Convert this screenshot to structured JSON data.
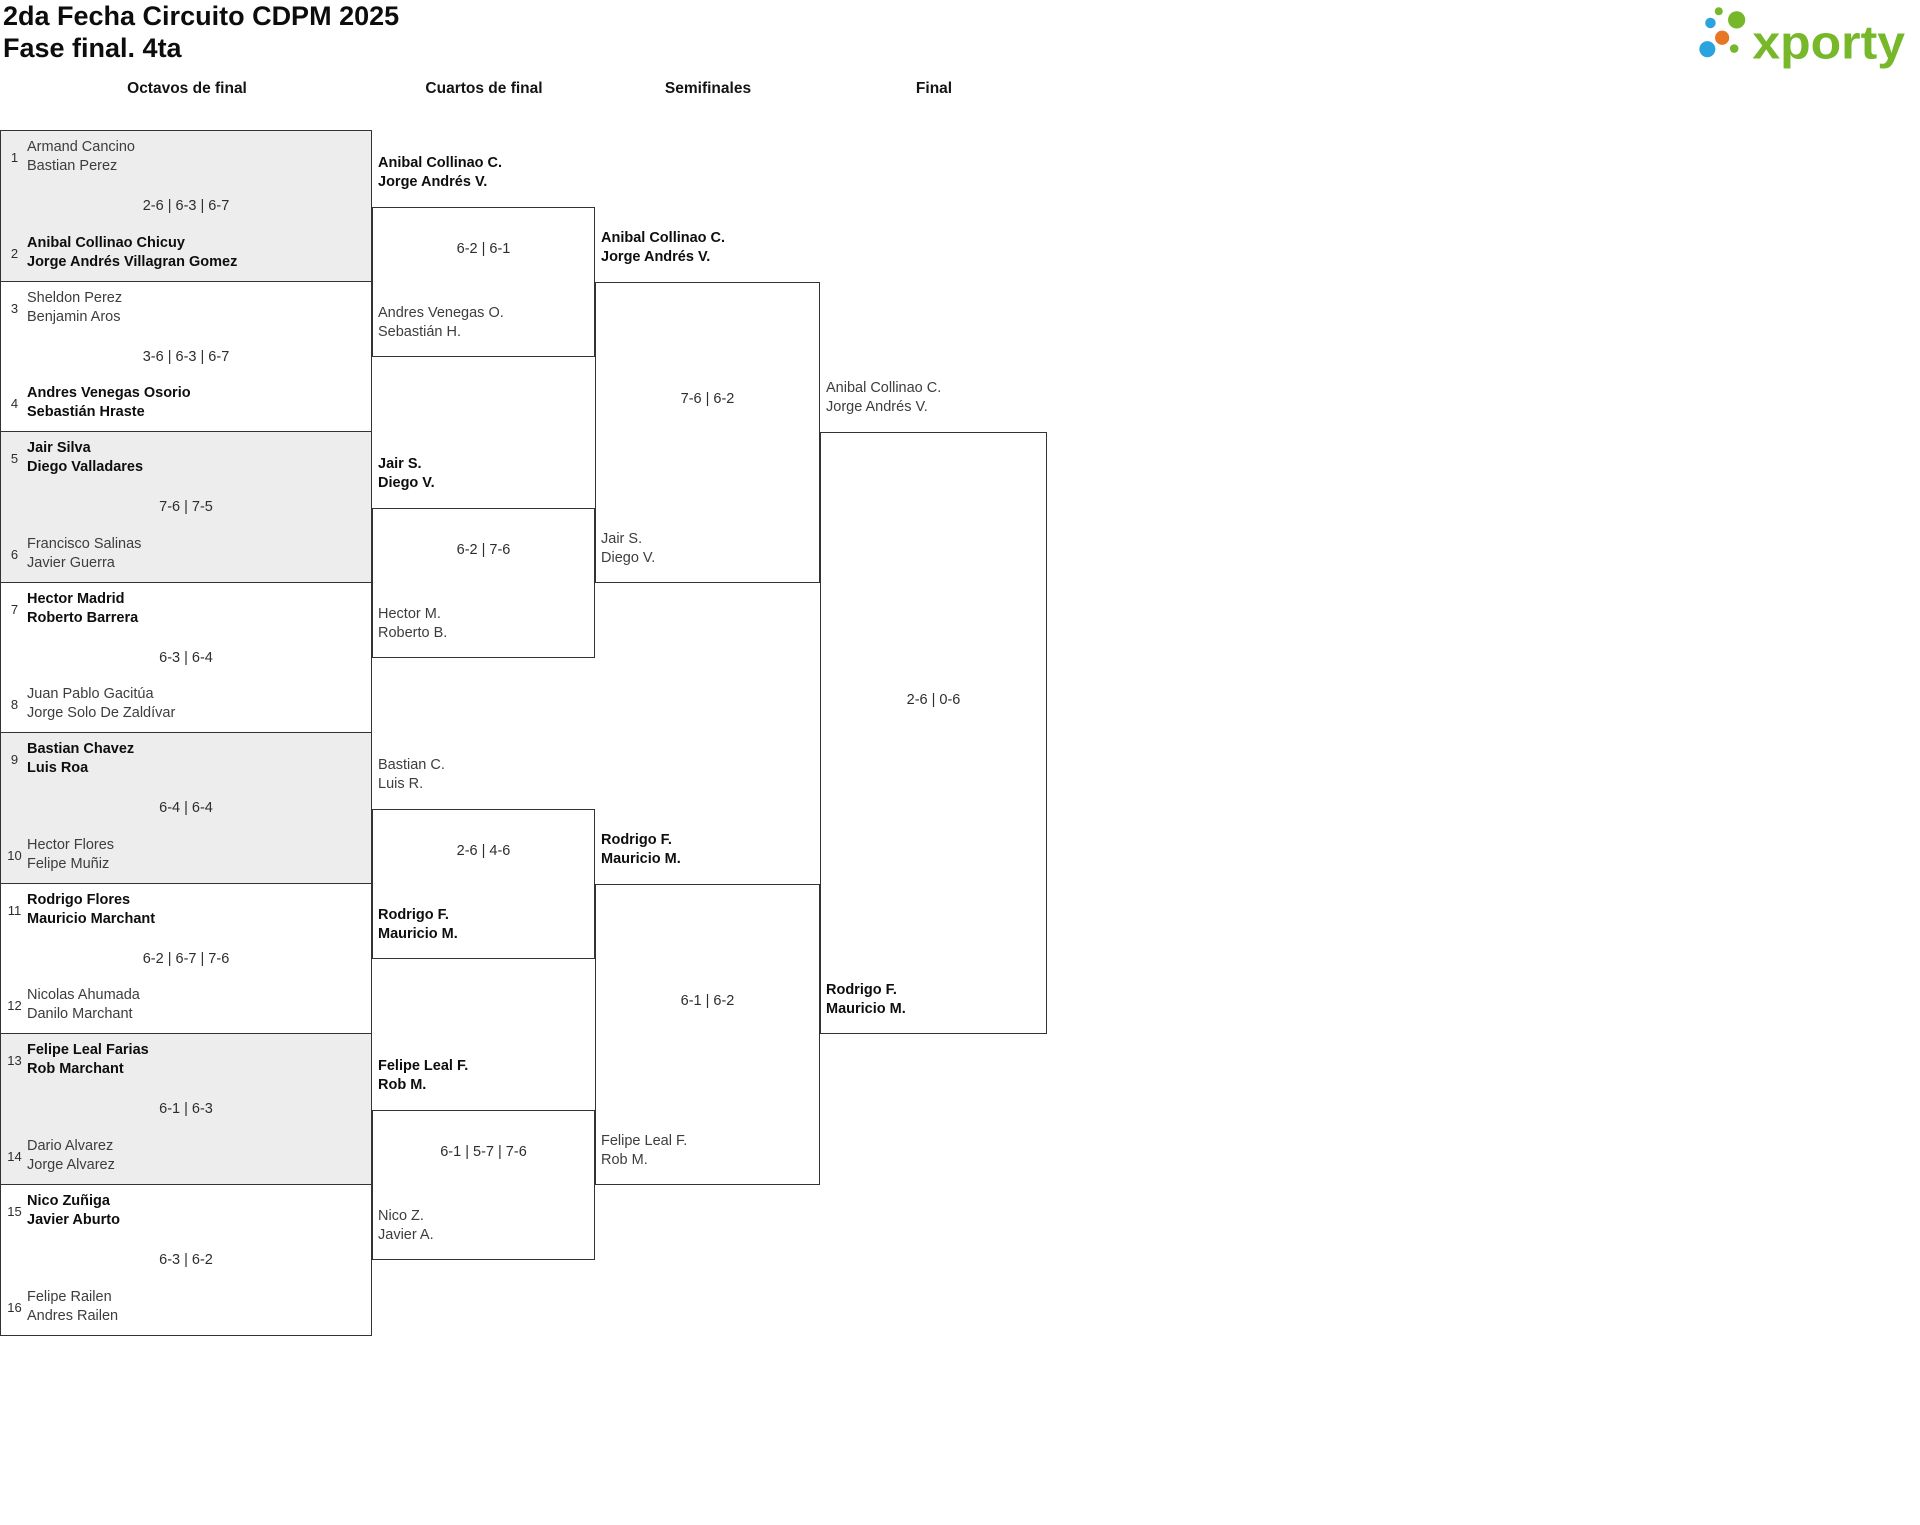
{
  "title": {
    "line1": "2da Fecha Circuito CDPM 2025",
    "line2": "Fase final. 4ta"
  },
  "logo": {
    "text": "xporty",
    "colors": {
      "green": "#76b82a",
      "blue": "#2ba3df",
      "orange": "#e87723"
    }
  },
  "columns": [
    "Octavos de final",
    "Cuartos de final",
    "Semifinales",
    "Final"
  ],
  "bracket": {
    "r16": [
      {
        "score": "2-6 | 6-3 | 6-7",
        "shaded": true,
        "teamA": {
          "seed": "1",
          "players": [
            "Armand Cancino",
            "Bastian Perez"
          ],
          "winner": false
        },
        "teamB": {
          "seed": "2",
          "players": [
            "Anibal Collinao Chicuy",
            "Jorge Andrés Villagran Gomez"
          ],
          "winner": true
        }
      },
      {
        "score": "3-6 | 6-3 | 6-7",
        "shaded": false,
        "teamA": {
          "seed": "3",
          "players": [
            "Sheldon Perez",
            "Benjamin Aros"
          ],
          "winner": false
        },
        "teamB": {
          "seed": "4",
          "players": [
            "Andres Venegas Osorio",
            "Sebastián Hraste"
          ],
          "winner": true
        }
      },
      {
        "score": "7-6 | 7-5",
        "shaded": true,
        "teamA": {
          "seed": "5",
          "players": [
            "Jair Silva",
            "Diego Valladares"
          ],
          "winner": true
        },
        "teamB": {
          "seed": "6",
          "players": [
            "Francisco Salinas",
            "Javier Guerra"
          ],
          "winner": false
        }
      },
      {
        "score": "6-3 | 6-4",
        "shaded": false,
        "teamA": {
          "seed": "7",
          "players": [
            "Hector Madrid",
            "Roberto Barrera"
          ],
          "winner": true
        },
        "teamB": {
          "seed": "8",
          "players": [
            "Juan Pablo Gacitúa",
            "Jorge Solo De Zaldívar"
          ],
          "winner": false
        }
      },
      {
        "score": "6-4 | 6-4",
        "shaded": true,
        "teamA": {
          "seed": "9",
          "players": [
            "Bastian Chavez",
            "Luis Roa"
          ],
          "winner": true
        },
        "teamB": {
          "seed": "10",
          "players": [
            "Hector Flores",
            "Felipe Muñiz"
          ],
          "winner": false
        }
      },
      {
        "score": "6-2 | 6-7 | 7-6",
        "shaded": false,
        "teamA": {
          "seed": "11",
          "players": [
            "Rodrigo Flores",
            "Mauricio Marchant"
          ],
          "winner": true
        },
        "teamB": {
          "seed": "12",
          "players": [
            "Nicolas Ahumada",
            "Danilo Marchant"
          ],
          "winner": false
        }
      },
      {
        "score": "6-1 | 6-3",
        "shaded": true,
        "teamA": {
          "seed": "13",
          "players": [
            "Felipe Leal Farias",
            "Rob Marchant"
          ],
          "winner": true
        },
        "teamB": {
          "seed": "14",
          "players": [
            "Dario Alvarez",
            "Jorge Alvarez"
          ],
          "winner": false
        }
      },
      {
        "score": "6-3 | 6-2",
        "shaded": false,
        "teamA": {
          "seed": "15",
          "players": [
            "Nico Zuñiga",
            "Javier Aburto"
          ],
          "winner": true
        },
        "teamB": {
          "seed": "16",
          "players": [
            "Felipe Railen",
            "Andres Railen"
          ],
          "winner": false
        }
      }
    ],
    "qf": [
      {
        "score": "6-2 | 6-1",
        "teamA": {
          "players": [
            "Anibal Collinao C.",
            "Jorge Andrés V."
          ],
          "winner": true
        },
        "teamB": {
          "players": [
            "Andres Venegas O.",
            "Sebastián H."
          ],
          "winner": false
        }
      },
      {
        "score": "6-2 | 7-6",
        "teamA": {
          "players": [
            "Jair S.",
            "Diego V."
          ],
          "winner": true
        },
        "teamB": {
          "players": [
            "Hector M.",
            "Roberto B."
          ],
          "winner": false
        }
      },
      {
        "score": "2-6 | 4-6",
        "teamA": {
          "players": [
            "Bastian C.",
            "Luis R."
          ],
          "winner": false
        },
        "teamB": {
          "players": [
            "Rodrigo F.",
            "Mauricio M."
          ],
          "winner": true
        }
      },
      {
        "score": "6-1 | 5-7 | 7-6",
        "teamA": {
          "players": [
            "Felipe Leal F.",
            "Rob M."
          ],
          "winner": true
        },
        "teamB": {
          "players": [
            "Nico Z.",
            "Javier A."
          ],
          "winner": false
        }
      }
    ],
    "sf": [
      {
        "score": "7-6 | 6-2",
        "teamA": {
          "players": [
            "Anibal Collinao C.",
            "Jorge Andrés V."
          ],
          "winner": true
        },
        "teamB": {
          "players": [
            "Jair S.",
            "Diego V."
          ],
          "winner": false
        }
      },
      {
        "score": "6-1 | 6-2",
        "teamA": {
          "players": [
            "Rodrigo F.",
            "Mauricio M."
          ],
          "winner": true
        },
        "teamB": {
          "players": [
            "Felipe Leal F.",
            "Rob M."
          ],
          "winner": false
        }
      }
    ],
    "final": [
      {
        "score": "2-6 | 0-6",
        "teamA": {
          "players": [
            "Anibal Collinao C.",
            "Jorge Andrés V."
          ],
          "winner": false
        },
        "teamB": {
          "players": [
            "Rodrigo F.",
            "Mauricio M."
          ],
          "winner": true
        }
      }
    ]
  }
}
